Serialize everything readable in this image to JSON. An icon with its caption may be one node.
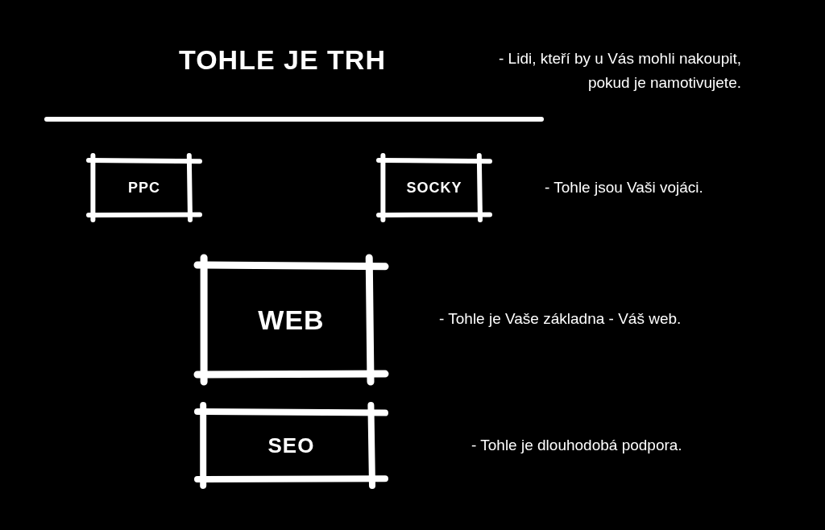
{
  "diagram": {
    "title": "TOHLE JE TRH",
    "nodes": [
      {
        "text": [
          "PPC"
        ]
      },
      {
        "text": [
          "SOCKY"
        ]
      },
      {
        "text": [
          "WEB"
        ]
      },
      {
        "text": [
          "SEO"
        ]
      }
    ],
    "labels": [
      "- Lidi, kteří by u Vás mohli nakoupit, pokud je namotivujete.",
      "- Tohle jsou Vaši vojáci.",
      "- Tohle je Vaše základna - Váš web.",
      "- Tohle je dlouhodobá podpora."
    ]
  }
}
